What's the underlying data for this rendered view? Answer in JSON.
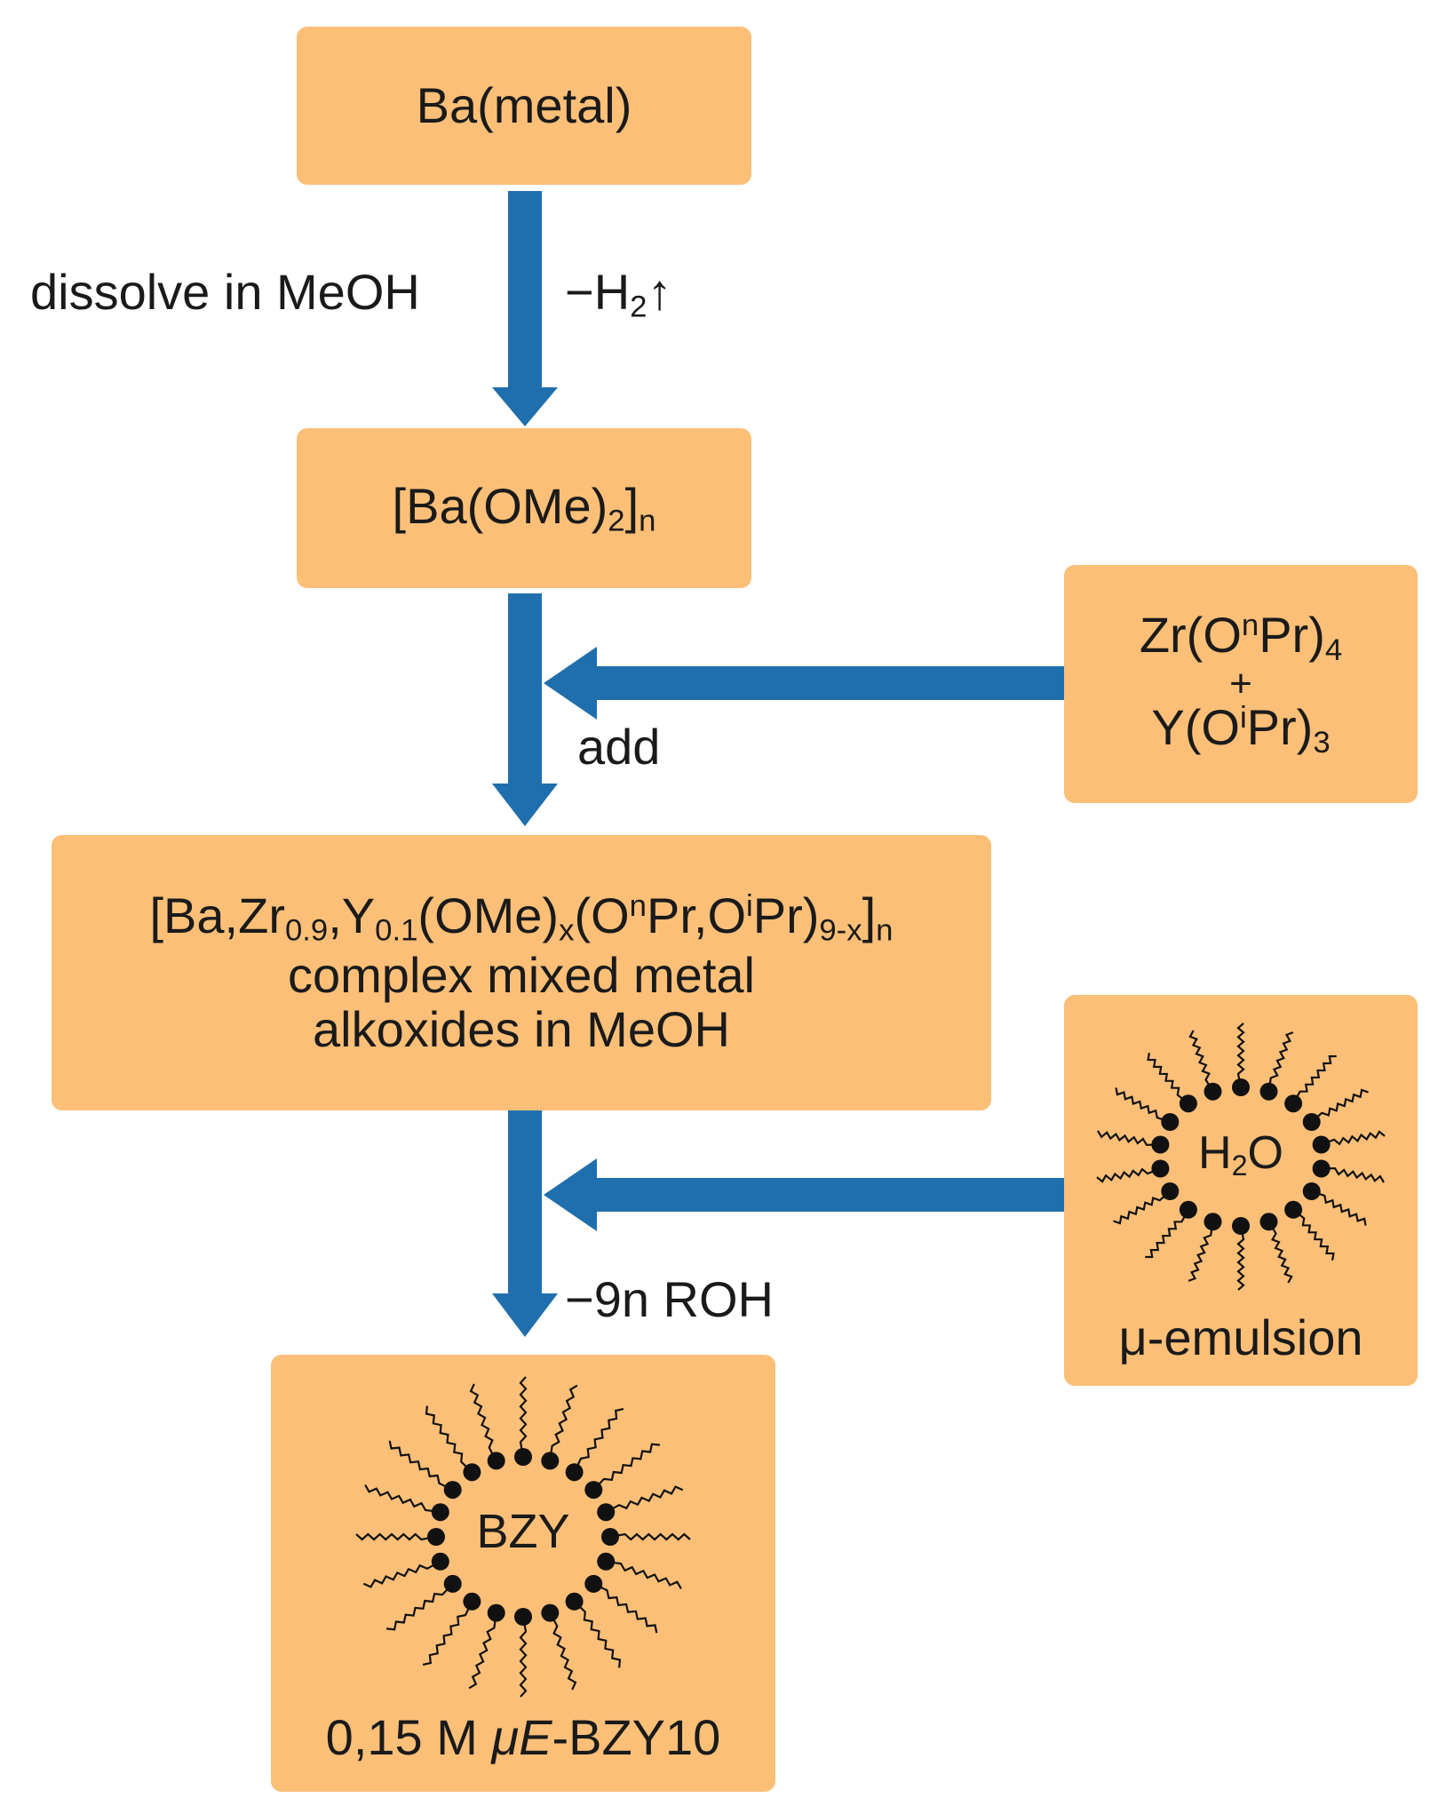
{
  "boxes": {
    "ba_metal": {
      "text": "Ba(metal)"
    },
    "ba_ome": {
      "pre": "[Ba(OMe)",
      "sub1": "2",
      "mid": "]",
      "sub2": "n"
    },
    "reagents": {
      "line1_a": "Zr(O",
      "line1_sup": "n",
      "line1_b": "Pr)",
      "line1_sub": "4",
      "plus": "+",
      "line2_a": "Y(O",
      "line2_sup": "i",
      "line2_b": "Pr)",
      "line2_sub": "3"
    },
    "complex": {
      "f_a": "[Ba,Zr",
      "f_s1": "0.9",
      "f_b": ",Y",
      "f_s2": "0.1",
      "f_c": "(OMe)",
      "f_s3": "x",
      "f_d": "(O",
      "f_p1": "n",
      "f_e": "Pr,O",
      "f_p2": "i",
      "f_f": "Pr)",
      "f_s4": "9-x",
      "f_g": "]",
      "f_s5": "n",
      "line2": "complex mixed metal",
      "line3": "alkoxides in MeOH"
    },
    "emulsion": {
      "core_a": "H",
      "core_sub": "2",
      "core_b": "O",
      "caption": "μ-emulsion"
    },
    "product": {
      "core": "BZY",
      "cap_a": "0,15 M ",
      "cap_italic": "μE",
      "cap_b": "-BZY10"
    }
  },
  "labels": {
    "dissolve": "dissolve in MeOH",
    "h2_a": "−H",
    "h2_sub": "2",
    "h2_b": "↑",
    "add": "add",
    "roh": "−9n ROH"
  },
  "colors": {
    "box": "#fbbf78",
    "arrow": "#1f6fae",
    "micelle": "#111111"
  }
}
